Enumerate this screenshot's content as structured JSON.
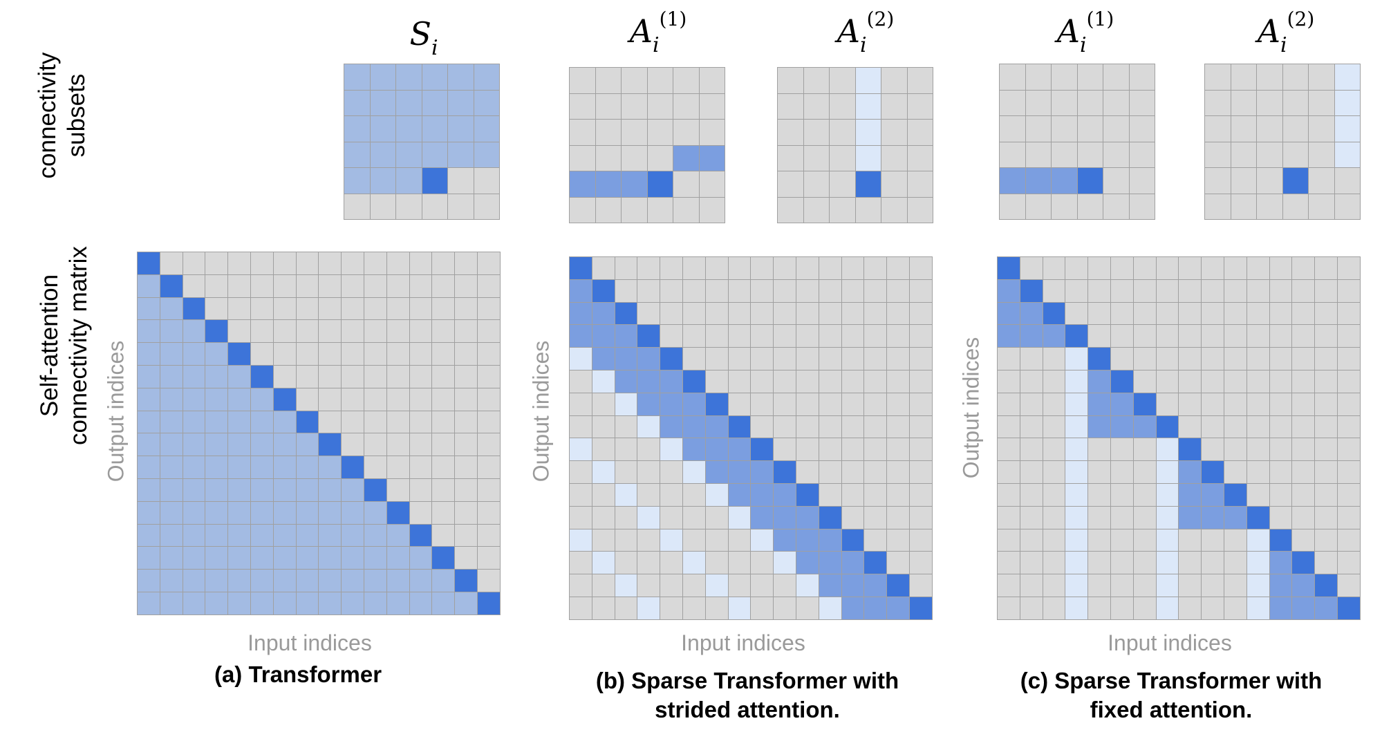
{
  "row_labels": {
    "subsets": [
      "connectivity",
      "subsets"
    ],
    "matrix": [
      "Self-attention",
      "connectivity matrix"
    ]
  },
  "axes": {
    "x_label": "Input indices",
    "y_label": "Output indices"
  },
  "panels": [
    {
      "caption": [
        "(a) Transformer"
      ],
      "subsets": [
        {
          "symbol": "S",
          "subscript": "i",
          "superscript": ""
        }
      ]
    },
    {
      "caption": [
        "(b) Sparse Transformer with",
        "strided attention."
      ],
      "subsets": [
        {
          "symbol": "A",
          "subscript": "i",
          "superscript": "(1)"
        },
        {
          "symbol": "A",
          "subscript": "i",
          "superscript": "(2)"
        }
      ]
    },
    {
      "caption": [
        "(c) Sparse Transformer with",
        "fixed attention."
      ],
      "subsets": [
        {
          "symbol": "A",
          "subscript": "i",
          "superscript": "(1)"
        },
        {
          "symbol": "A",
          "subscript": "i",
          "superscript": "(2)"
        }
      ]
    }
  ],
  "colors": {
    "empty": "#d9d9d9",
    "grid_line": "#a0a0a0",
    "dense_region": "#a3bbe3",
    "subset_1": "#7b9ee0",
    "subset_2": "#dce8f9",
    "diagonal": "#3d74d9"
  }
}
